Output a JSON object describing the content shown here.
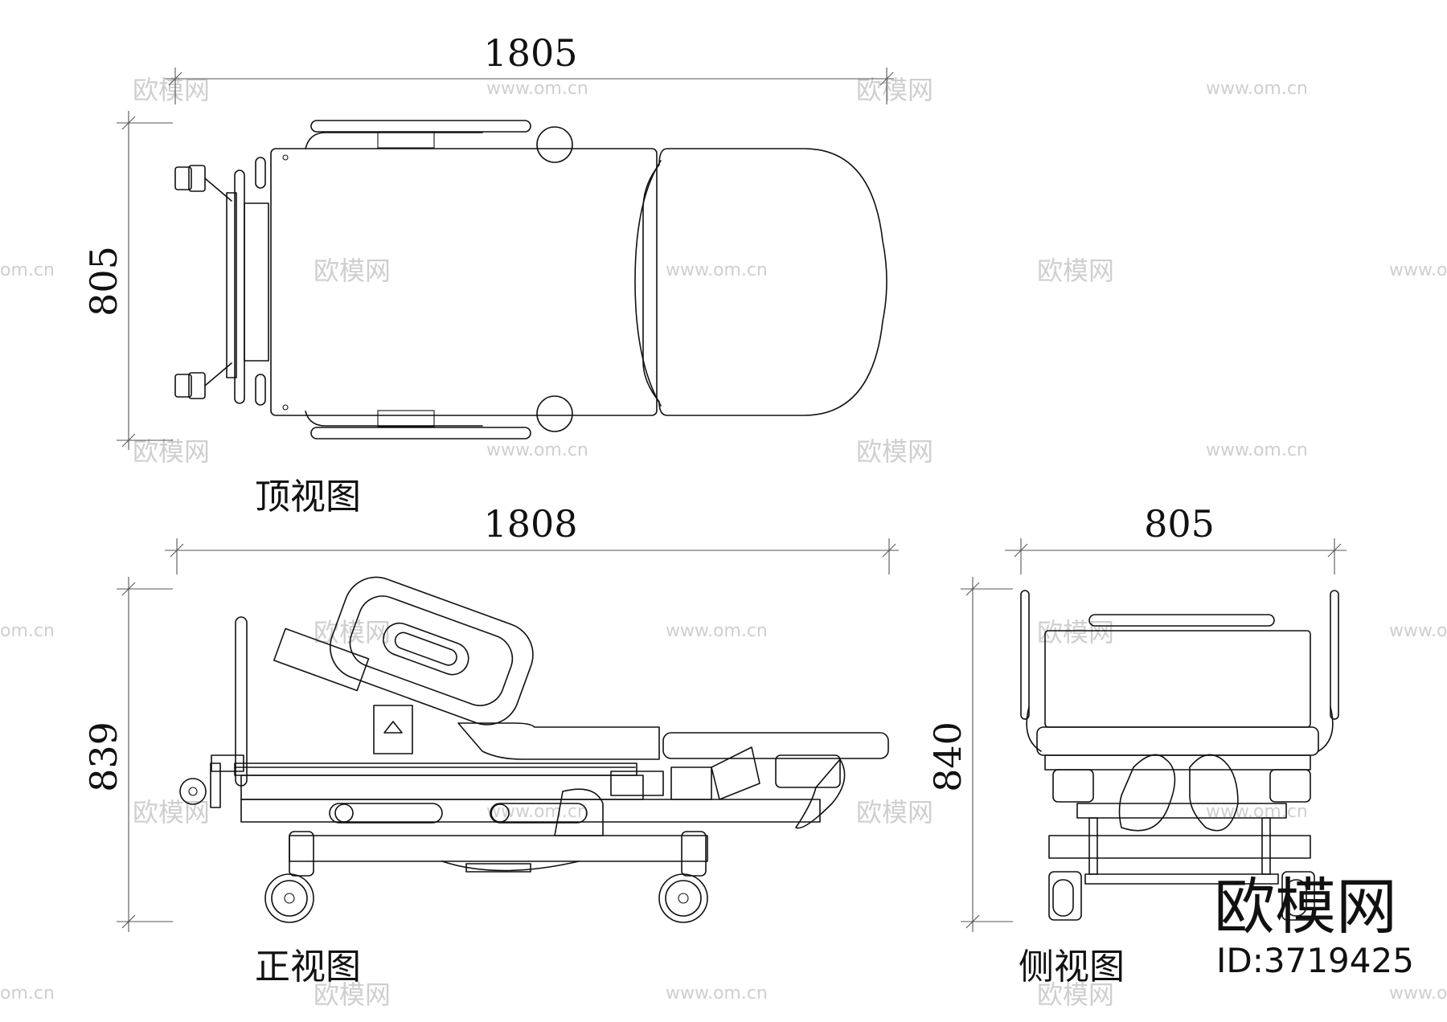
{
  "dimensions": {
    "top_view_width": "1805",
    "top_view_height": "805",
    "front_view_width": "1808",
    "front_view_height": "839",
    "side_view_width": "805",
    "side_view_height": "840"
  },
  "view_titles": {
    "top": "顶视图",
    "front": "正视图",
    "side": "侧视图"
  },
  "watermarks": {
    "site_url": "www.om.cn",
    "site_url_cut": "om.cn",
    "site_name": "欧模网"
  },
  "brand": {
    "name": "欧模网",
    "id": "ID:3719425"
  }
}
